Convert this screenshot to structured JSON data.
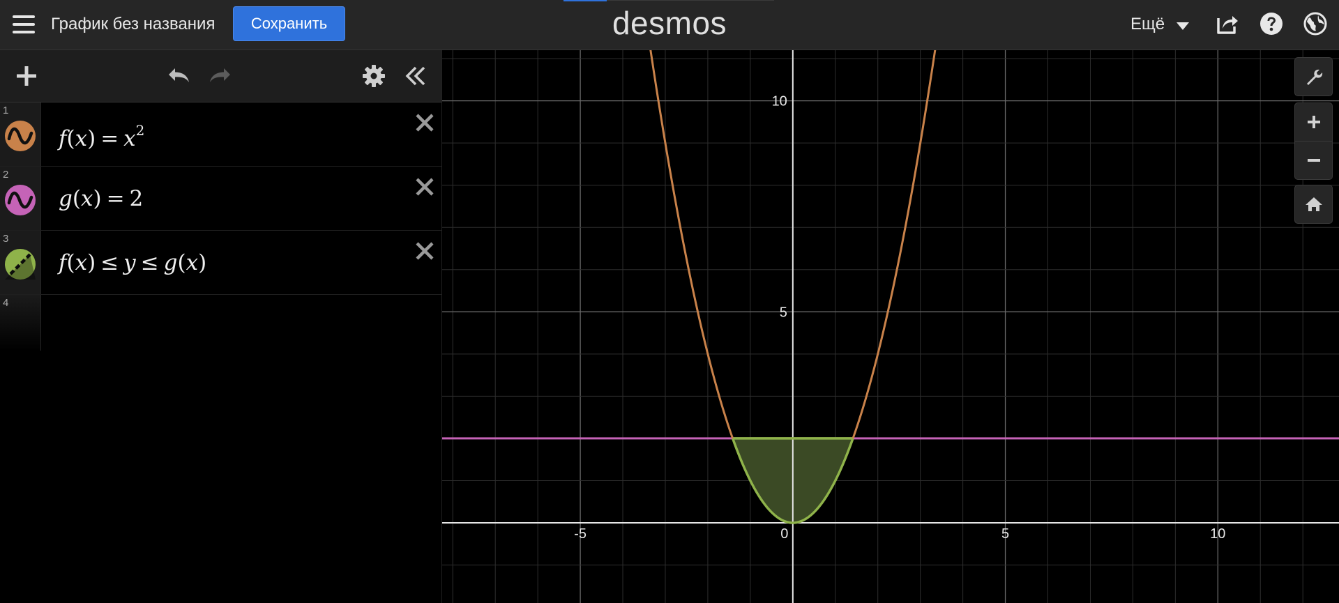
{
  "header": {
    "menu_icon": "hamburger-icon",
    "graph_title": "График без названия",
    "save_label": "Сохранить",
    "logo_text": "desmos",
    "more_label": "Ещё",
    "icons": [
      "share-icon",
      "help-icon",
      "globe-icon"
    ]
  },
  "toolbar": {
    "icons": [
      "plus-icon",
      "undo-icon",
      "redo-icon",
      "gear-icon",
      "collapse-panel-icon"
    ]
  },
  "expressions": [
    {
      "index": "1",
      "color": "#c9824a",
      "style": "wave",
      "latex": {
        "lhs": "f",
        "arg": "x",
        "rhs": "x",
        "exp": "2"
      }
    },
    {
      "index": "2",
      "color": "#c563b7",
      "style": "wave",
      "latex": {
        "lhs": "g",
        "arg": "x",
        "rhs": "2"
      }
    },
    {
      "index": "3",
      "color": "#8fb34a",
      "style": "dashed",
      "latex": {
        "f": "f",
        "y": "y",
        "g": "g",
        "arg": "x"
      }
    },
    {
      "index": "4"
    }
  ],
  "graph_controls": [
    "wrench-icon",
    "zoom-in-icon",
    "zoom-out-icon",
    "home-icon"
  ],
  "chart_data": {
    "type": "line",
    "xlim": [
      -8.25,
      12.85
    ],
    "ylim": [
      -1.9,
      11.2
    ],
    "grid": true,
    "minor_step": 1,
    "major_step": 5,
    "x_ticks": [
      "-5",
      "0",
      "5",
      "10"
    ],
    "y_ticks": [
      "5",
      "10"
    ],
    "series": [
      {
        "expr": "f(x)=x^2",
        "color": "#c9824a"
      },
      {
        "expr": "g(x)=2",
        "color": "#c563b7"
      },
      {
        "expr": "f(x)≤y≤g(x)",
        "color": "#8fb34a",
        "fill": "#3b4a25"
      }
    ]
  }
}
